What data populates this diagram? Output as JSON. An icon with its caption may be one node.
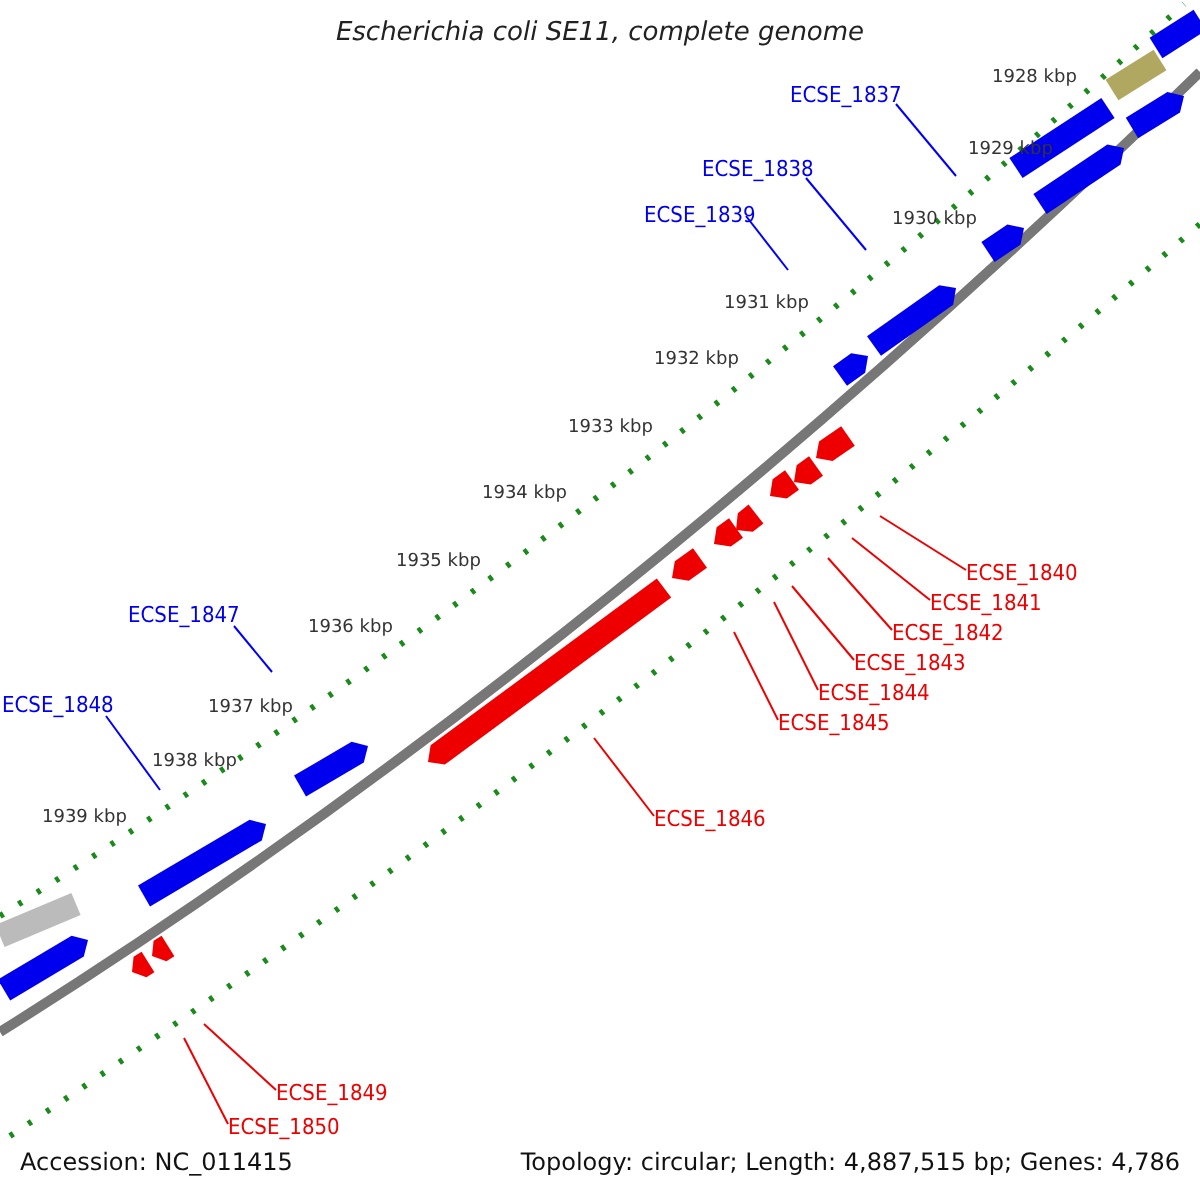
{
  "diagram": {
    "title": "Escherichia coli SE11, complete genome",
    "nodes": [
      {
        "text": [
          "ECSE_1837"
        ]
      },
      {
        "text": [
          "ECSE_1838"
        ]
      },
      {
        "text": [
          "ECSE_1839"
        ]
      },
      {
        "text": [
          "ECSE_1840"
        ]
      },
      {
        "text": [
          "ECSE_1841"
        ]
      },
      {
        "text": [
          "ECSE_1842"
        ]
      },
      {
        "text": [
          "ECSE_1843"
        ]
      },
      {
        "text": [
          "ECSE_1844"
        ]
      },
      {
        "text": [
          "ECSE_1845"
        ]
      },
      {
        "text": [
          "ECSE_1846"
        ]
      },
      {
        "text": [
          "ECSE_1847"
        ]
      },
      {
        "text": [
          "ECSE_1848"
        ]
      },
      {
        "text": [
          "ECSE_1849"
        ]
      },
      {
        "text": [
          "ECSE_1850"
        ]
      }
    ],
    "edges": [
      {
        "from": 0,
        "to": null,
        "arrow": "none",
        "color": "#0000ff"
      },
      {
        "from": 1,
        "to": null,
        "arrow": "none",
        "color": "#0000ff"
      },
      {
        "from": 2,
        "to": null,
        "arrow": "none",
        "color": "#0000ff"
      },
      {
        "from": 3,
        "to": null,
        "arrow": "none"
      },
      {
        "from": 4,
        "to": null,
        "arrow": "none"
      },
      {
        "from": 5,
        "to": null,
        "arrow": "none"
      },
      {
        "from": 6,
        "to": null,
        "arrow": "none"
      },
      {
        "from": 7,
        "to": null,
        "arrow": "none"
      },
      {
        "from": 8,
        "to": null,
        "arrow": "none"
      },
      {
        "from": 9,
        "to": null,
        "arrow": "none"
      },
      {
        "from": 10,
        "to": null,
        "arrow": "none",
        "color": "#0000ff"
      },
      {
        "from": 11,
        "to": null,
        "arrow": "none",
        "color": "#0000ff"
      },
      {
        "from": 12,
        "to": null,
        "arrow": "none"
      },
      {
        "from": 13,
        "to": null,
        "arrow": "none"
      }
    ],
    "labels": [
      "1928 kbp",
      "1929 kbp",
      "1930 kbp",
      "1931 kbp",
      "1932 kbp",
      "1933 kbp",
      "1934 kbp",
      "1935 kbp",
      "1936 kbp",
      "1937 kbp",
      "1938 kbp",
      "1939 kbp",
      "Accession: NC_011415",
      "Topology: circular; Length: 4,887,515 bp; Genes: 4,786"
    ]
  }
}
